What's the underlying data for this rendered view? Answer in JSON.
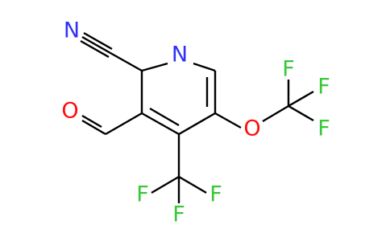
{
  "colors": {
    "background": "#ffffff",
    "bond": "#000000",
    "nitrogen": "#3030f8",
    "oxygen": "#ff0d0d",
    "fluorine": "#38c838"
  },
  "atoms": {
    "nitrile_n": "N",
    "ring_n": "N",
    "aldehyde_o": "O",
    "ether_o": "O",
    "f1": "F",
    "f2": "F",
    "f3": "F",
    "f4": "F",
    "f5": "F",
    "f6": "F"
  }
}
